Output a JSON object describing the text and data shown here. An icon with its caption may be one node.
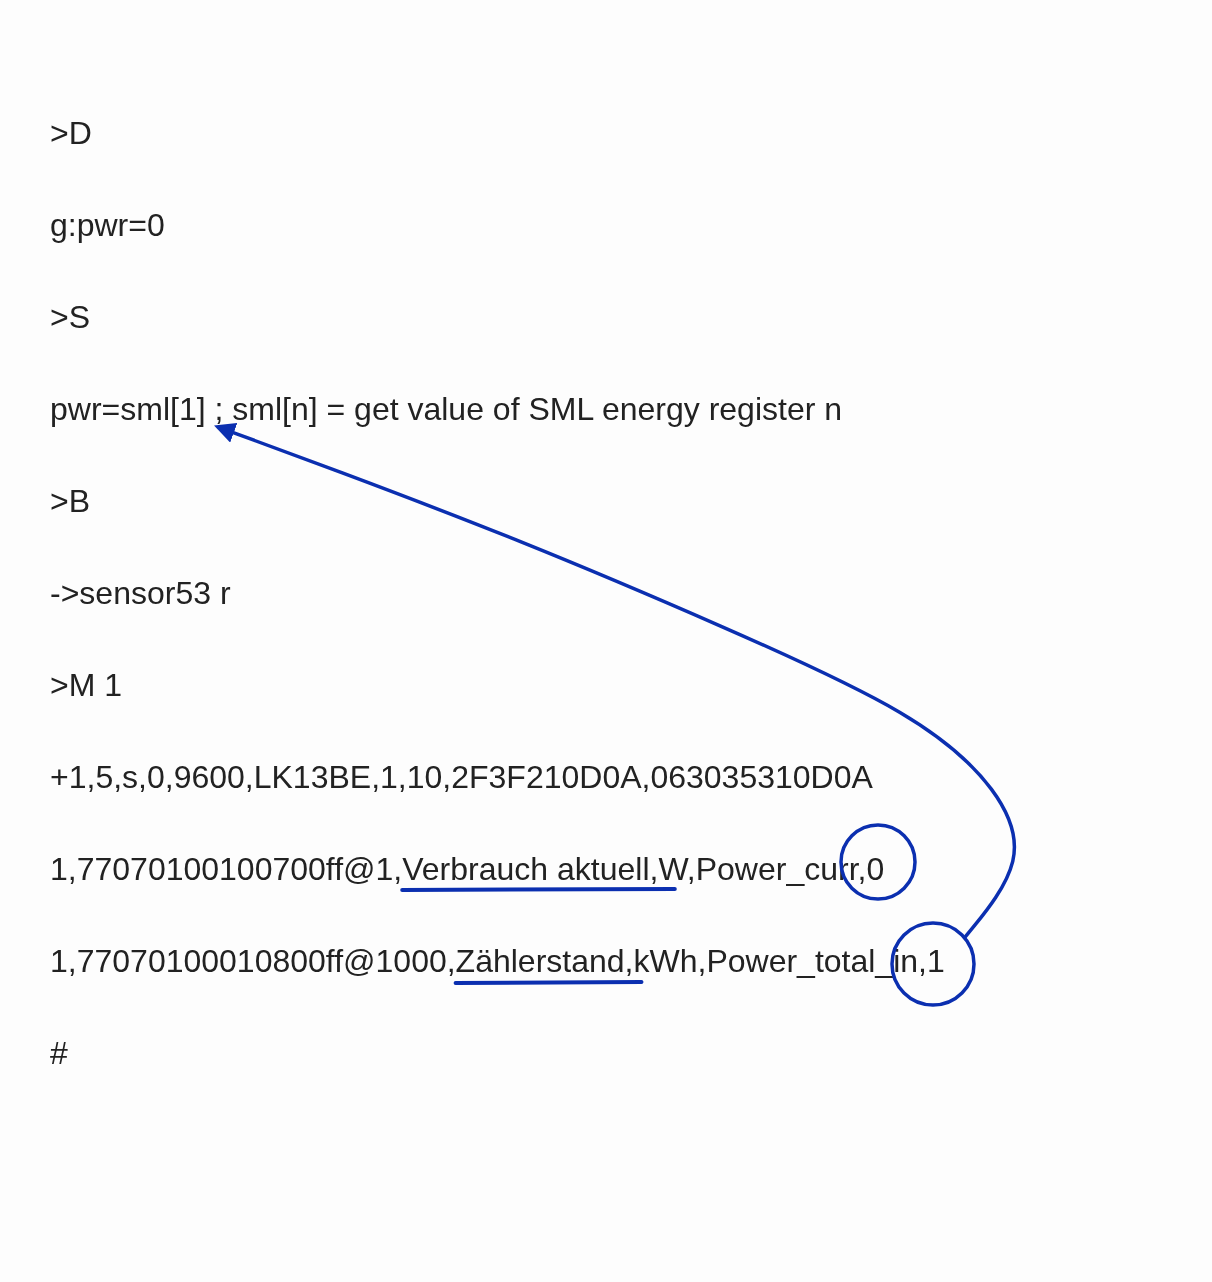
{
  "diagram": {
    "nodes": [
      {
        "text": [
          "pwr=sml[1] ; sml[n] = get value of SML energy register n"
        ]
      },
      {
        "text": [],
        "shape": "circle"
      },
      {
        "text": [],
        "shape": "circle"
      }
    ],
    "edges": [
      {
        "from": 2,
        "to": 0,
        "arrow": "to"
      }
    ],
    "labels": [
      ">D",
      "g:pwr=0",
      ">S",
      ">B",
      "->sensor53 r",
      ">M 1",
      "+1,5,s,0,9600,LK13BE,1,10,2F3F210D0A,063035310D0A",
      "1,77070100100700ff@1,Verbrauch aktuell,W,Power_curr,0",
      "1,77070100010800ff@1000,Zählerstand,kWh,Power_total_in,1",
      "#"
    ]
  }
}
